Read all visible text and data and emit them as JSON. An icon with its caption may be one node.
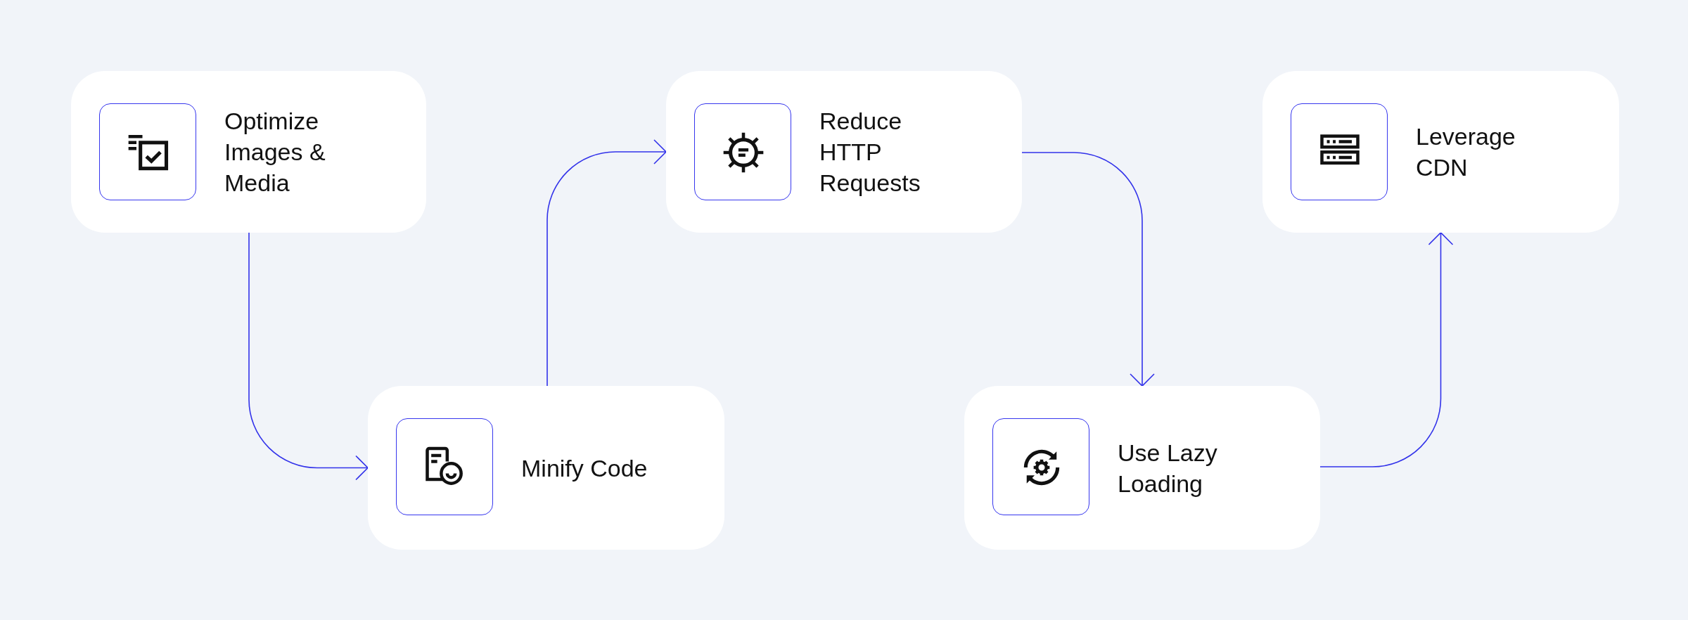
{
  "diagram": {
    "nodes": [
      {
        "text": [
          "Optimize Images & Media"
        ]
      },
      {
        "text": [
          "Minify Code"
        ]
      },
      {
        "text": [
          "Reduce HTTP Requests"
        ]
      },
      {
        "text": [
          "Use Lazy Loading"
        ]
      },
      {
        "text": [
          "Leverage CDN"
        ]
      }
    ],
    "edges": [
      {
        "from": 0,
        "to": 1,
        "arrow": "to"
      },
      {
        "from": 1,
        "to": 2,
        "arrow": "to"
      },
      {
        "from": 2,
        "to": 3,
        "arrow": "to"
      },
      {
        "from": 3,
        "to": 4,
        "arrow": "to"
      }
    ]
  }
}
